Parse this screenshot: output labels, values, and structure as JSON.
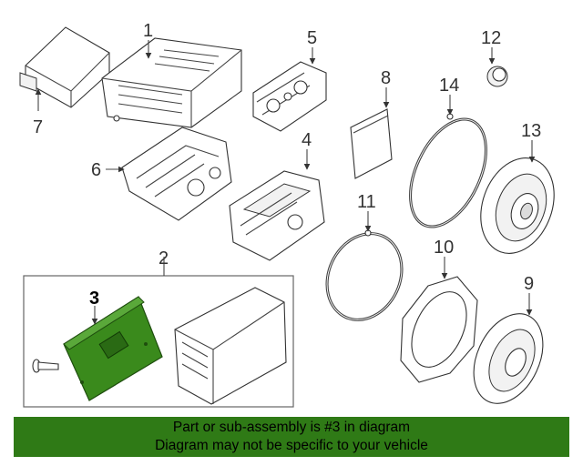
{
  "callouts": {
    "c1": "1",
    "c2": "2",
    "c3": "3",
    "c4": "4",
    "c5": "5",
    "c6": "6",
    "c7": "7",
    "c8": "8",
    "c9": "9",
    "c10": "10",
    "c11": "11",
    "c12": "12",
    "c13": "13",
    "c14": "14"
  },
  "highlight": {
    "part_number": "3",
    "color": "#3a8a1c"
  },
  "banner": {
    "line1": "Part or sub-assembly is #3 in diagram",
    "line2": "Diagram may not be specific to your vehicle",
    "color": "#2f7a16"
  }
}
